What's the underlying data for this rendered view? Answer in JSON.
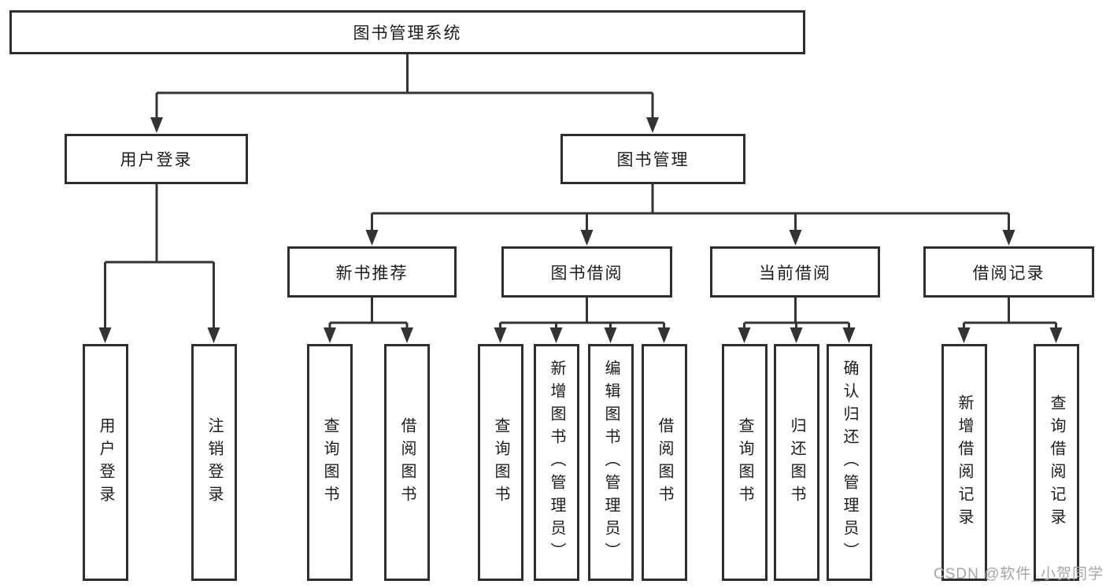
{
  "tree": {
    "root": {
      "label": "图书管理系统"
    },
    "branches": [
      {
        "label": "用户登录",
        "children": [
          {
            "label": "用户登录"
          },
          {
            "label": "注销登录"
          }
        ]
      },
      {
        "label": "图书管理",
        "groups": [
          {
            "label": "新书推荐",
            "children": [
              {
                "label": "查询图书"
              },
              {
                "label": "借阅图书"
              }
            ]
          },
          {
            "label": "图书借阅",
            "children": [
              {
                "label": "查询图书"
              },
              {
                "label": "新增图书（管理员）"
              },
              {
                "label": "编辑图书（管理员）"
              },
              {
                "label": "借阅图书"
              }
            ]
          },
          {
            "label": "当前借阅",
            "children": [
              {
                "label": "查询图书"
              },
              {
                "label": "归还图书"
              },
              {
                "label": "确认归还（管理员）"
              }
            ]
          },
          {
            "label": "借阅记录",
            "children": [
              {
                "label": "新增借阅记录"
              },
              {
                "label": "查询借阅记录"
              }
            ]
          }
        ]
      }
    ]
  },
  "watermark": {
    "text": "CSDN @软件_小贺同学",
    "color": "#a6a6a6"
  },
  "colors": {
    "line": "#333333",
    "box_border": "#2e2e2e",
    "text": "#1c1c1c",
    "background": "#ffffff"
  }
}
